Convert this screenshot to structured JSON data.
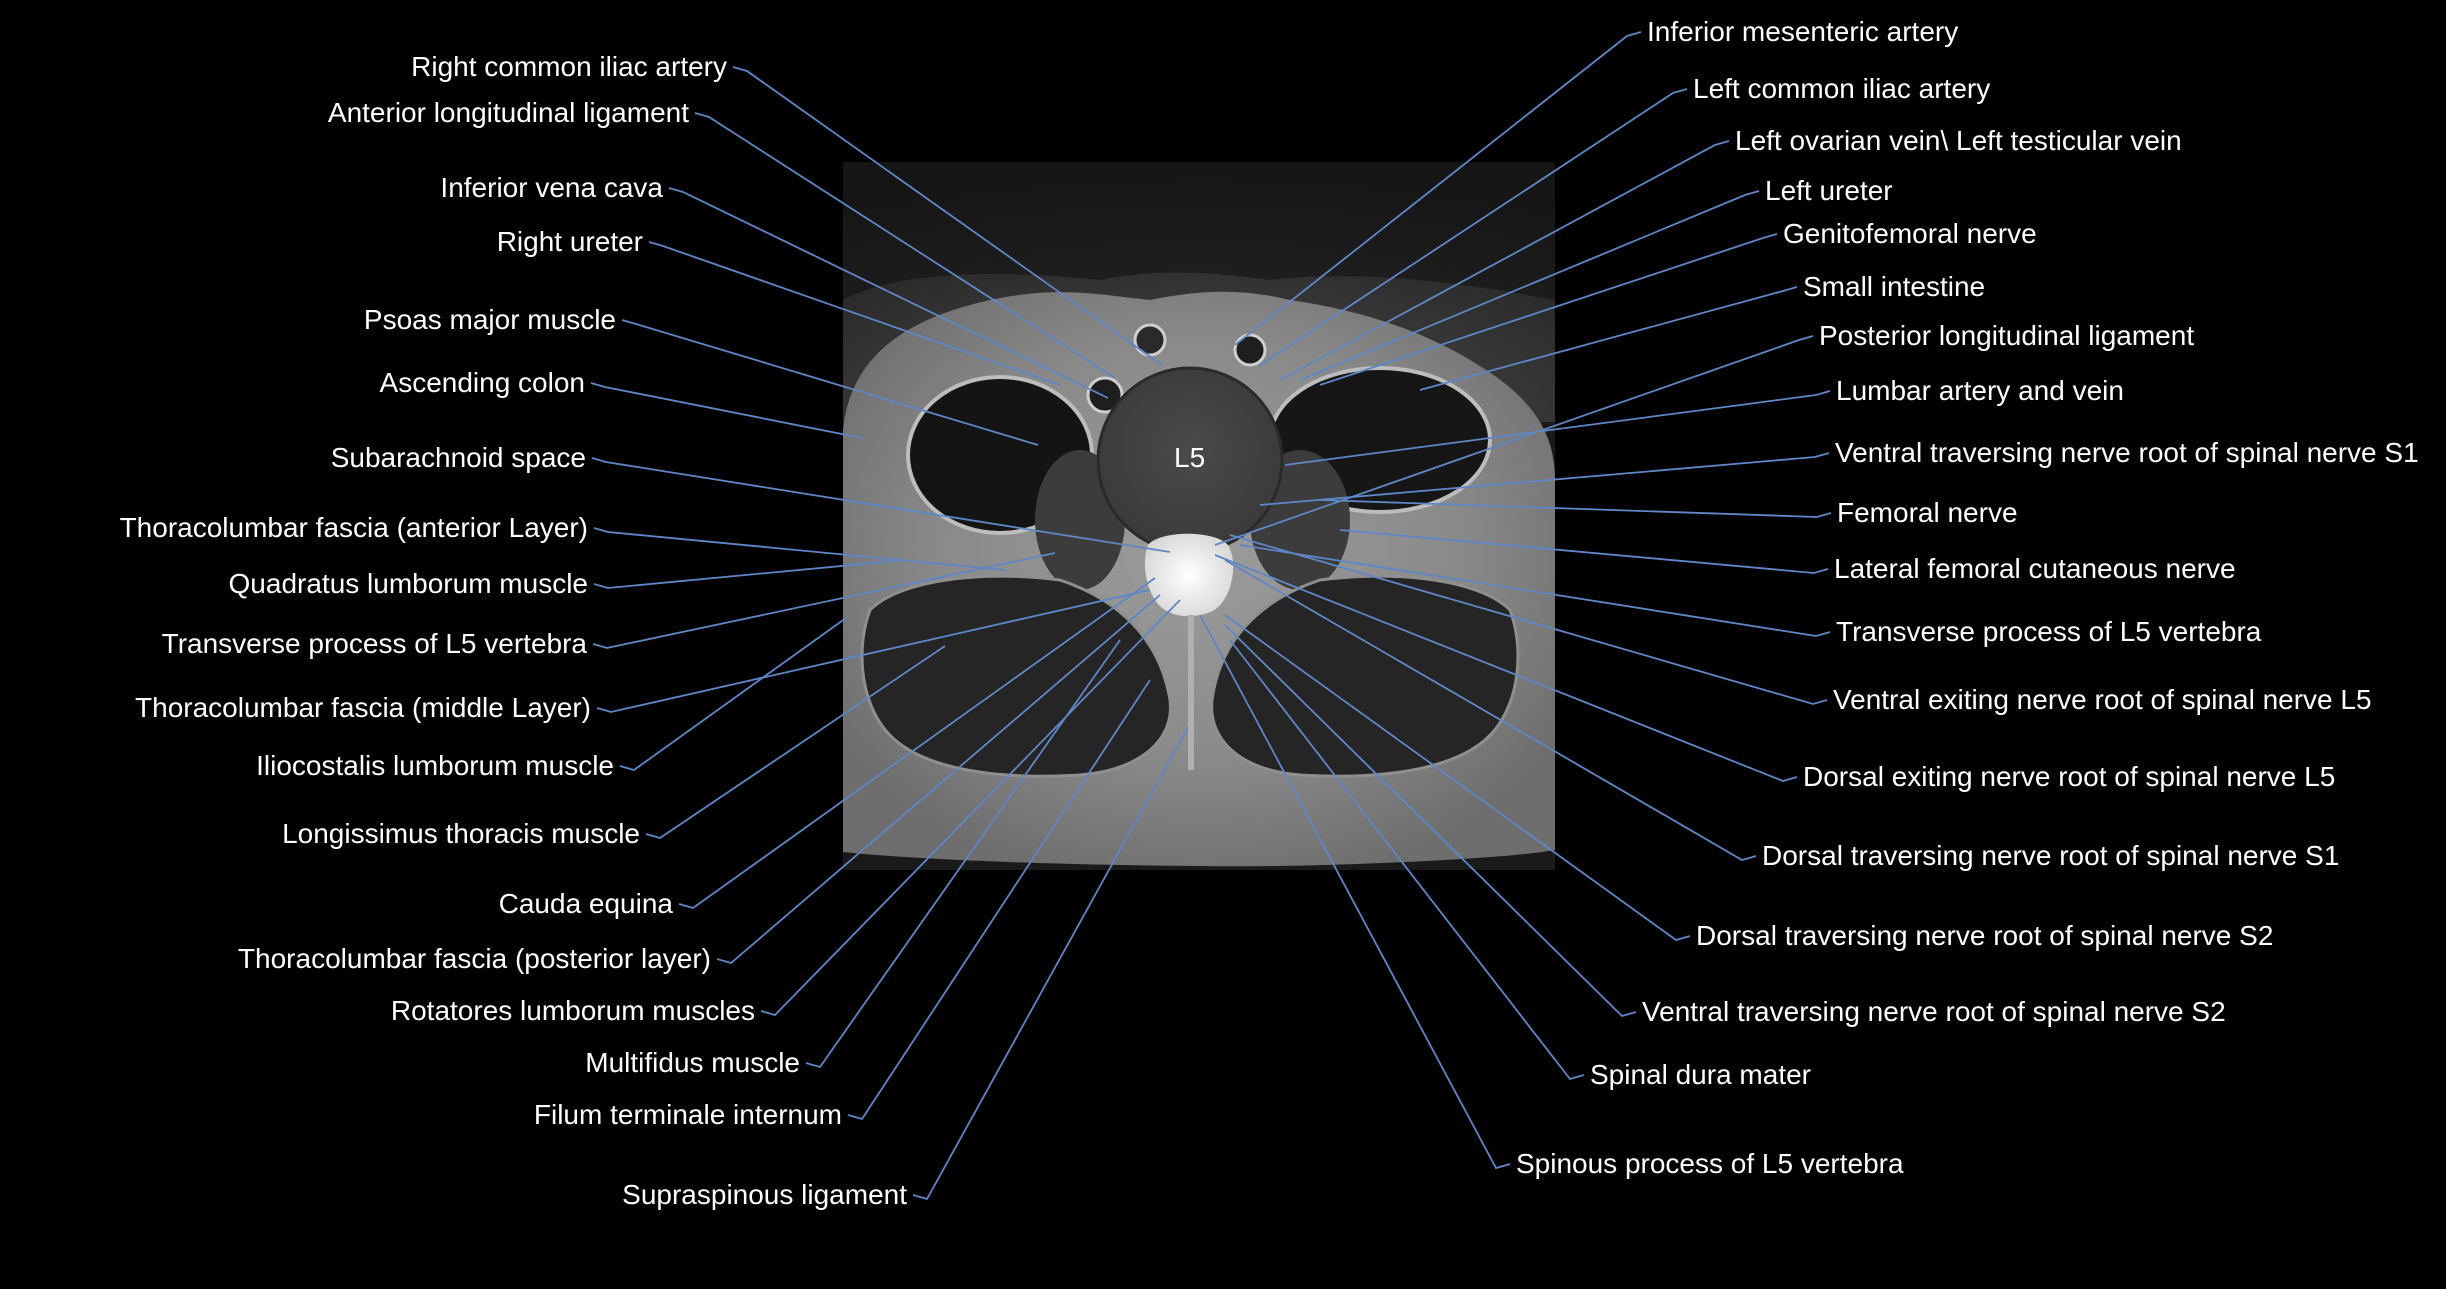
{
  "vertebra_label": "L5",
  "labels_left": [
    "Right common iliac artery",
    "Anterior longitudinal ligament",
    "Inferior vena cava",
    "Right ureter",
    "Psoas major muscle",
    "Ascending colon",
    "Subarachnoid space",
    "Thoracolumbar fascia (anterior Layer)",
    "Quadratus lumborum muscle",
    "Transverse process of L5 vertebra",
    "Thoracolumbar fascia (middle Layer)",
    "Iliocostalis lumborum muscle",
    "Longissimus thoracis muscle",
    "Cauda equina",
    "Thoracolumbar fascia (posterior layer)",
    "Rotatores lumborum muscles",
    "Multifidus muscle",
    "Filum terminale internum",
    "Supraspinous ligament"
  ],
  "labels_right": [
    "Inferior mesenteric artery",
    "Left common iliac artery",
    "Left ovarian vein\\ Left testicular vein",
    "Left ureter",
    "Genitofemoral nerve",
    "Small intestine",
    "Posterior longitudinal ligament",
    "Lumbar artery and vein",
    "Ventral traversing nerve root of spinal nerve S1",
    "Femoral nerve",
    "Lateral femoral cutaneous nerve",
    "Transverse process of L5 vertebra",
    "Ventral exiting nerve root of spinal nerve L5",
    "Dorsal exiting nerve root of spinal nerve L5",
    "Dorsal traversing nerve root of spinal nerve S1",
    "Dorsal traversing nerve root of spinal nerve S2",
    "Ventral traversing nerve root of spinal nerve S2",
    "Spinal dura mater",
    "Spinous process of L5 vertebra"
  ],
  "colors": {
    "background": "#000000",
    "leader": "#5f86c6",
    "text": "#ffffff"
  }
}
